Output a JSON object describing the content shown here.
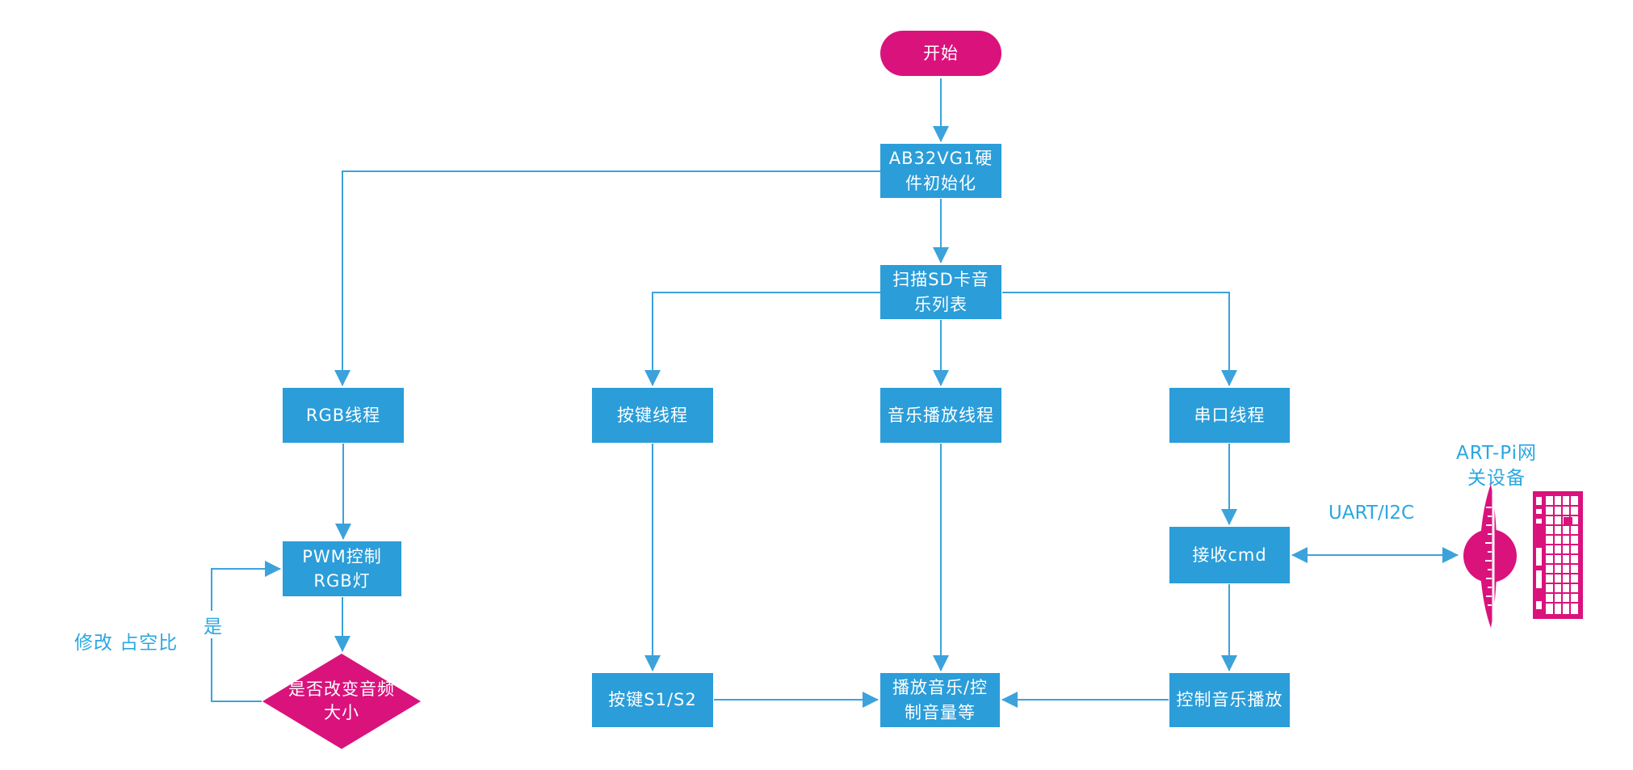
{
  "diagram": {
    "type": "flowchart",
    "colors": {
      "node_blue": "#2B9DD9",
      "connector_blue": "#3CA2DC",
      "accent_pink": "#DA127C",
      "label_blue": "#2AA7E1",
      "node_text": "#FFFFFF",
      "background": "#FFFFFF"
    },
    "nodes": {
      "start": {
        "label": "开始",
        "shape": "pill"
      },
      "hw_init": {
        "lines": [
          "AB32VG1硬",
          "件初始化"
        ],
        "shape": "rect"
      },
      "sd_scan": {
        "lines": [
          "扫描SD卡音",
          "乐列表"
        ],
        "shape": "rect"
      },
      "rgb_thread": {
        "label": "RGB线程",
        "shape": "rect"
      },
      "key_thread": {
        "label": "按键线程",
        "shape": "rect"
      },
      "music_thread": {
        "label": "音乐播放线程",
        "shape": "rect"
      },
      "uart_thread": {
        "label": "串口线程",
        "shape": "rect"
      },
      "pwm_rgb": {
        "lines": [
          "PWM控制",
          "RGB灯"
        ],
        "shape": "rect"
      },
      "recv_cmd": {
        "label": "接收cmd",
        "shape": "rect"
      },
      "decision": {
        "lines": [
          "是否改变音频",
          "大小"
        ],
        "shape": "diamond"
      },
      "key_s1s2": {
        "label": "按键S1/S2",
        "shape": "rect"
      },
      "play_music": {
        "lines": [
          "播放音乐/控",
          "制音量等"
        ],
        "shape": "rect"
      },
      "ctrl_music": {
        "label": "控制音乐播放",
        "shape": "rect"
      }
    },
    "labels": {
      "duty_cycle": "修改 占空比",
      "yes": "是",
      "uart_i2c": "UART/I2C",
      "gateway": {
        "lines": [
          "ART-Pi网",
          "关设备"
        ]
      }
    },
    "icons": {
      "gateway_dial": "dial-ruler-icon",
      "gateway_keyboard": "keyboard-icon"
    }
  }
}
